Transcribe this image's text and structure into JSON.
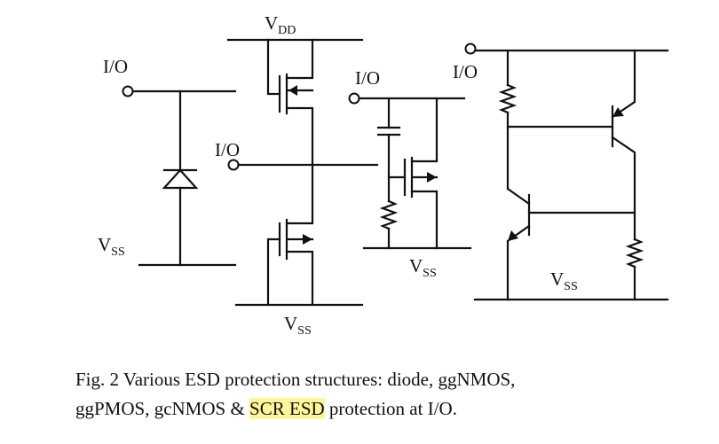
{
  "labels": {
    "io": "I/O",
    "v": "V",
    "dd": "DD",
    "ss": "SS"
  },
  "caption": {
    "line1": "Fig. 2 Various ESD protection structures: diode, ggNMOS,",
    "line2_before": "ggPMOS, gcNMOS & ",
    "line2_highlight": "SCR ESD",
    "line2_after": " protection at I/O."
  },
  "colors": {
    "ink": "#111111",
    "highlight": "#fff59a"
  }
}
